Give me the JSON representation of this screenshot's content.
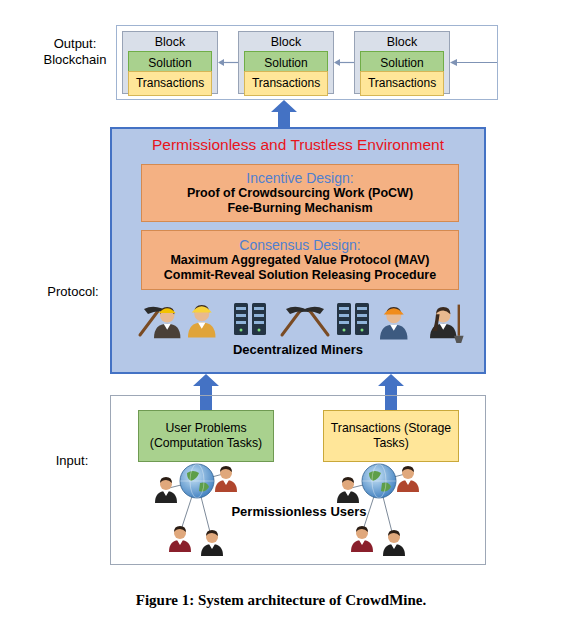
{
  "diagram": {
    "caption": "Figure 1: System architecture of CrowdMine.",
    "nodes": [
      {
        "text": [
          "Output: Blockchain"
        ]
      },
      {
        "text": [
          "Block"
        ],
        "in": 0
      },
      {
        "text": [
          "Solution"
        ],
        "in": 1
      },
      {
        "text": [
          "Transactions"
        ],
        "in": 1
      },
      {
        "text": [
          "Block"
        ],
        "in": 0
      },
      {
        "text": [
          "Solution"
        ],
        "in": 4
      },
      {
        "text": [
          "Transactions"
        ],
        "in": 4
      },
      {
        "text": [
          "Block"
        ],
        "in": 0
      },
      {
        "text": [
          "Solution"
        ],
        "in": 7
      },
      {
        "text": [
          "Transactions"
        ],
        "in": 7
      },
      {
        "text": [
          "Protocol:",
          "Permissionless and Trustless Environment",
          "Decentralized Miners"
        ]
      },
      {
        "text": [
          "Incentive Design:",
          "Proof of Crowdsourcing Work (PoCW)",
          "Fee-Burning Mechanism"
        ],
        "in": 10
      },
      {
        "text": [
          "Consensus Design:",
          "Maximum Aggregated Value Protocol (MAV)",
          "Commit-Reveal Solution Releasing Procedure"
        ],
        "in": 10
      },
      {
        "text": [
          "Input:",
          "Permissionless Users"
        ]
      },
      {
        "text": [
          "User Problems (Computation Tasks)"
        ],
        "in": 13
      },
      {
        "text": [
          "Transactions (Storage Tasks)"
        ],
        "in": 13
      }
    ],
    "edges": [
      {
        "from": 4,
        "to": 1,
        "arrow": "to"
      },
      {
        "from": 7,
        "to": 4,
        "arrow": "to"
      },
      {
        "from": 10,
        "to": 0,
        "arrow": "to"
      },
      {
        "from": 14,
        "to": 10,
        "arrow": "to"
      },
      {
        "from": 15,
        "to": 10,
        "arrow": "to"
      }
    ]
  }
}
